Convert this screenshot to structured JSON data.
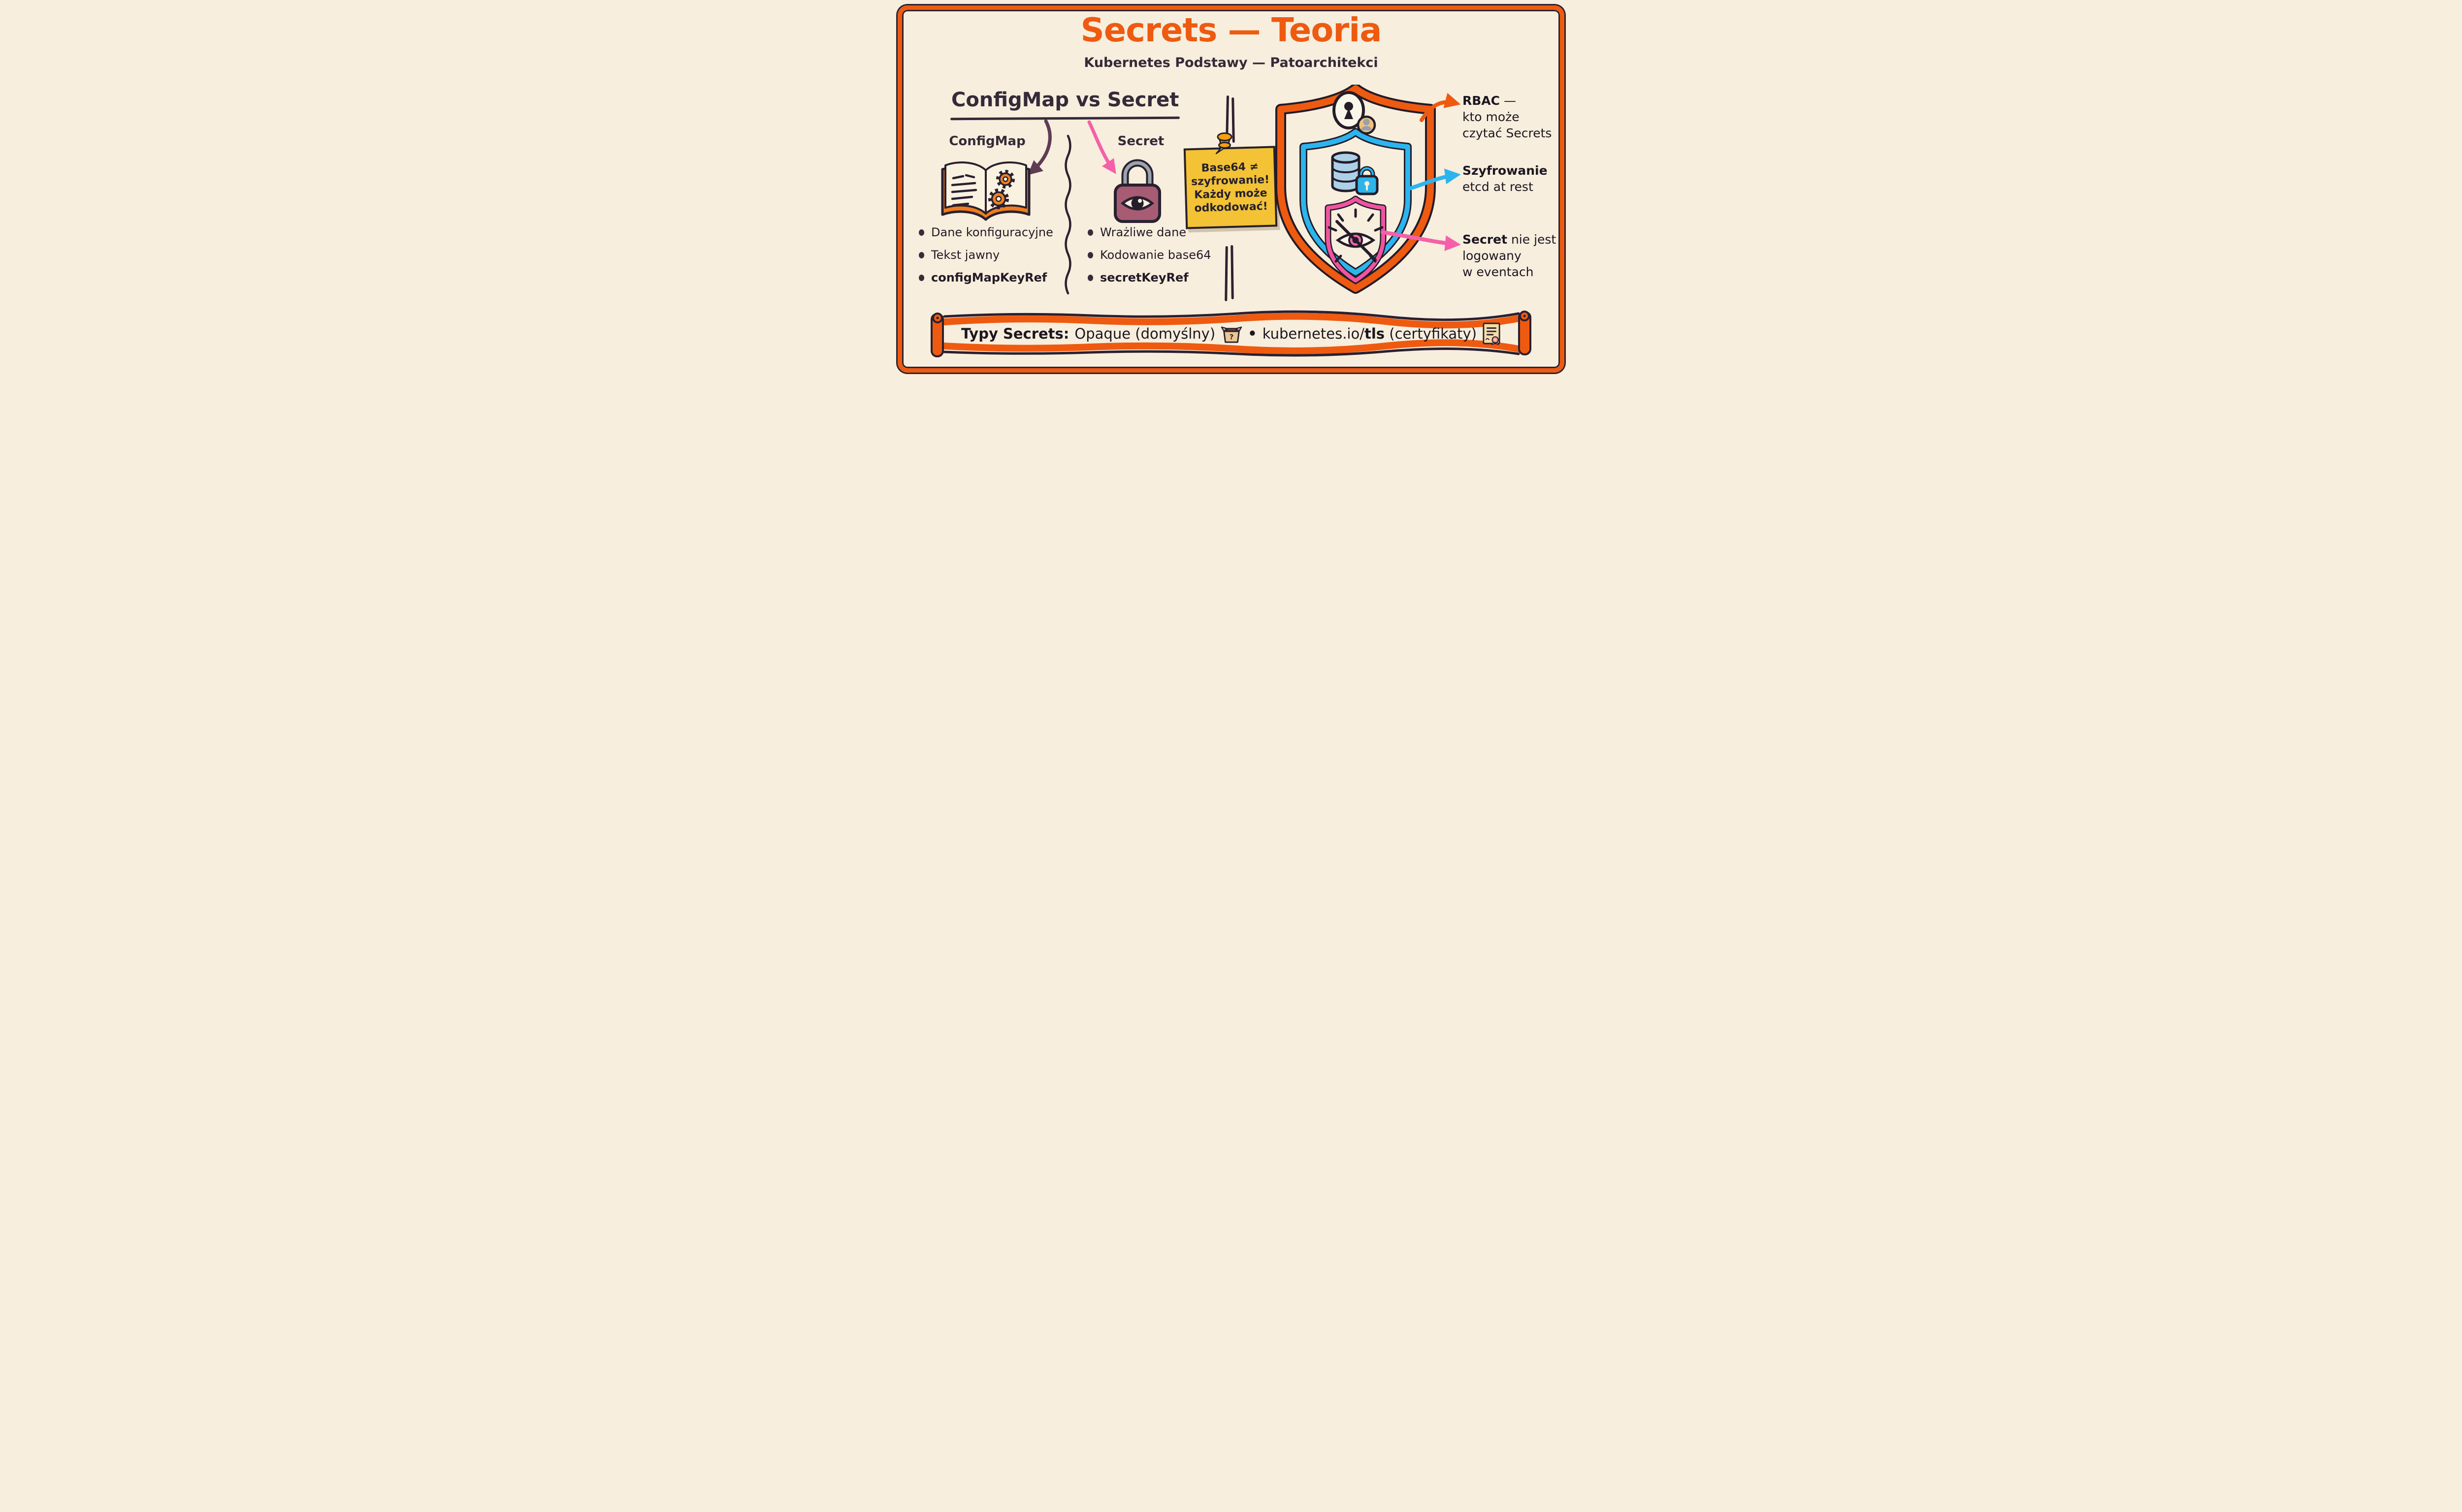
{
  "colors": {
    "background": "#f8eedd",
    "accent_orange": "#ee5a0f",
    "dark_ink": "#2c2230",
    "pink": "#f054a0",
    "blue": "#2cb4ee",
    "sticky_yellow": "#f4c235",
    "lock_maroon": "#a85c73"
  },
  "header": {
    "title": "Secrets — Teoria",
    "subtitle": "Kubernetes Podstawy — Patoarchitekci"
  },
  "comparison": {
    "heading": "ConfigMap vs Secret",
    "configmap": {
      "label": "ConfigMap",
      "bullets": [
        "Dane konfiguracyjne",
        "Tekst jawny",
        "configMapKeyRef"
      ]
    },
    "secret": {
      "label": "Secret",
      "bullets": [
        "Wrażliwe dane",
        "Kodowanie base64",
        "secretKeyRef"
      ]
    }
  },
  "sticky_note": {
    "lines": [
      "Base64 ≠",
      "szyfrowanie!",
      "Każdy może",
      "odkodować!"
    ]
  },
  "annotations": {
    "rbac": {
      "bold": "RBAC",
      "rest": " —",
      "line2": "kto może",
      "line3": "czytać Secrets"
    },
    "encryption": {
      "bold": "Szyfrowanie",
      "line2": "etcd at rest"
    },
    "logging": {
      "bold": "Secret",
      "rest": " nie jest",
      "line2": "logowany",
      "line3": "w eventach"
    }
  },
  "banner": {
    "label": "Typy Secrets:",
    "type1": "Opaque (domyślny)",
    "separator": "•",
    "type2_prefix": "kubernetes.io/",
    "type2_bold": "tls",
    "type2_suffix": " (certyfikaty)"
  },
  "icons": {
    "configmap": "open-book-gears-icon",
    "secret": "eye-padlock-icon",
    "note": "pushpin-icon",
    "shield_top": "keyhole-icon + user-avatar-icon",
    "shield_middle": "database-lock-icon",
    "shield_inner": "no-view-eye-icon",
    "banner_type1": "open-box-question-icon",
    "banner_type2": "certificate-ribbon-icon"
  }
}
